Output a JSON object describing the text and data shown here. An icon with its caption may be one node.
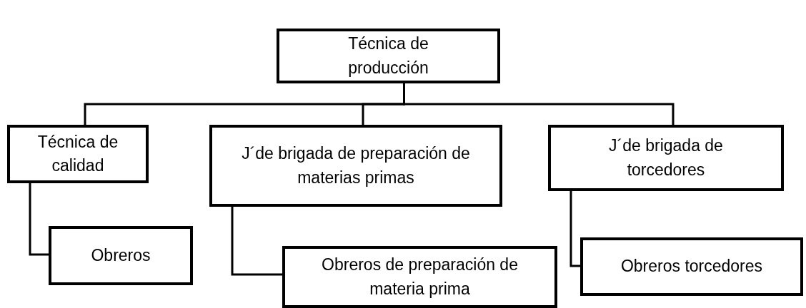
{
  "diagram": {
    "nodes": [
      {
        "text": [
          "Técnica de producción"
        ]
      },
      {
        "text": [
          "Técnica de calidad"
        ]
      },
      {
        "text": [
          "J´de brigada de preparación de materias primas"
        ]
      },
      {
        "text": [
          "J´de brigada de torcedores"
        ]
      },
      {
        "text": [
          "Obreros"
        ]
      },
      {
        "text": [
          "Obreros de preparación de materia prima"
        ]
      },
      {
        "text": [
          "Obreros torcedores"
        ]
      }
    ],
    "edges": [
      {
        "from": 0,
        "to": 1,
        "arrow": "none"
      },
      {
        "from": 0,
        "to": 2,
        "arrow": "none"
      },
      {
        "from": 0,
        "to": 3,
        "arrow": "none"
      },
      {
        "from": 1,
        "to": 4,
        "arrow": "none"
      },
      {
        "from": 2,
        "to": 5,
        "arrow": "none"
      },
      {
        "from": 3,
        "to": 6,
        "arrow": "none"
      }
    ]
  }
}
